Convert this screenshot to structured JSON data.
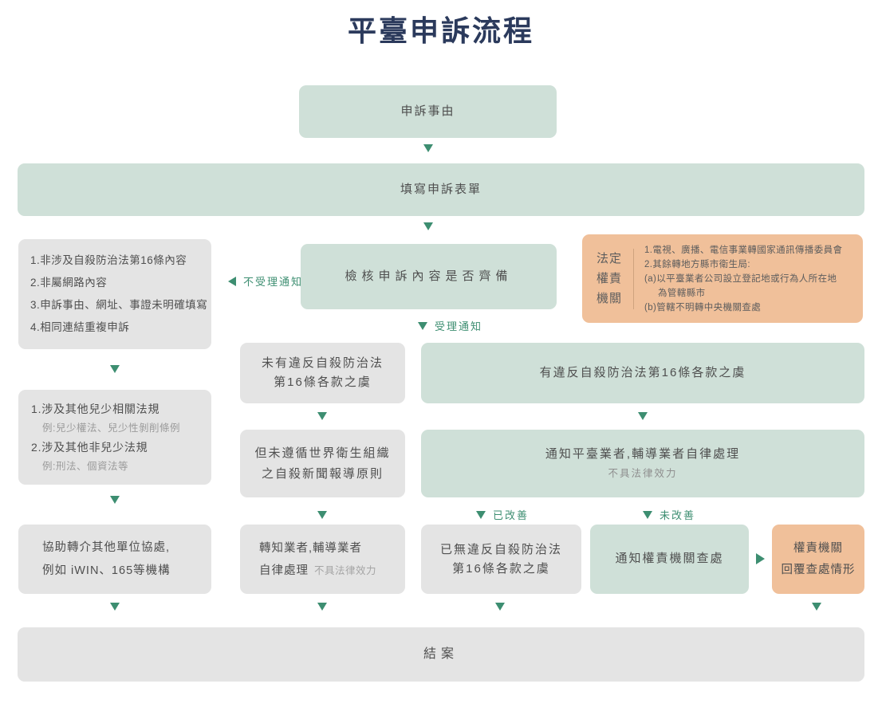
{
  "title": "平臺申訴流程",
  "colors": {
    "green_box": "#cfe0d8",
    "gray_box": "#e4e4e4",
    "orange_box": "#f0c09a",
    "accent_green": "#3d8e71",
    "title_navy": "#2b3a5c"
  },
  "nodes": {
    "complaint_reason": "申訴事由",
    "fill_form": "填寫申訴表單",
    "check_content": "檢核申訴內容是否齊備",
    "reject_reasons": [
      "1.非涉及自殺防治法第16條內容",
      "2.非屬網路內容",
      "3.申訴事由、網址、事證未明確填寫",
      "4.相同連結重複申訴"
    ],
    "legal_authority": {
      "label": [
        "法定",
        "權責",
        "機關"
      ],
      "items": [
        "1.電視、廣播、電信事業轉國家通訊傳播委員會",
        "2.其餘轉地方縣市衛生局:",
        "(a)以平臺業者公司設立登記地或行為人所在地",
        "為管轄縣市",
        "(b)管轄不明轉中央機關查處"
      ]
    },
    "no_violation": [
      "未有違反自殺防治法",
      "第16條各款之虞"
    ],
    "violation": "有違反自殺防治法第16條各款之虞",
    "other_laws": {
      "line1": "1.涉及其他兒少相關法規",
      "example1": "例:兒少權法、兒少性剝削條例",
      "line2": "2.涉及其他非兒少法規",
      "example2": "例:刑法、個資法等"
    },
    "not_follow_who": [
      "但未遵循世界衛生組織",
      "之自殺新聞報導原則"
    ],
    "notify_platform": {
      "main": "通知平臺業者,輔導業者自律處理",
      "sub": "不具法律效力"
    },
    "refer_other_units": [
      "協助轉介其他單位協處,",
      "例如 iWIN、165等機構"
    ],
    "notify_business": {
      "line1": "轉知業者,輔導業者",
      "line2": "自律處理",
      "note": "不具法律效力"
    },
    "no_more_violation": [
      "已無違反自殺防治法",
      "第16條各款之虞"
    ],
    "notify_authority": "通知權責機關查處",
    "authority_reply": [
      "權責機關",
      "回覆查處情形"
    ],
    "close_case": "結案"
  },
  "labels": {
    "reject_notice": "不受理通知",
    "accept_notice": "受理通知",
    "improved": "已改善",
    "not_improved": "未改善"
  }
}
